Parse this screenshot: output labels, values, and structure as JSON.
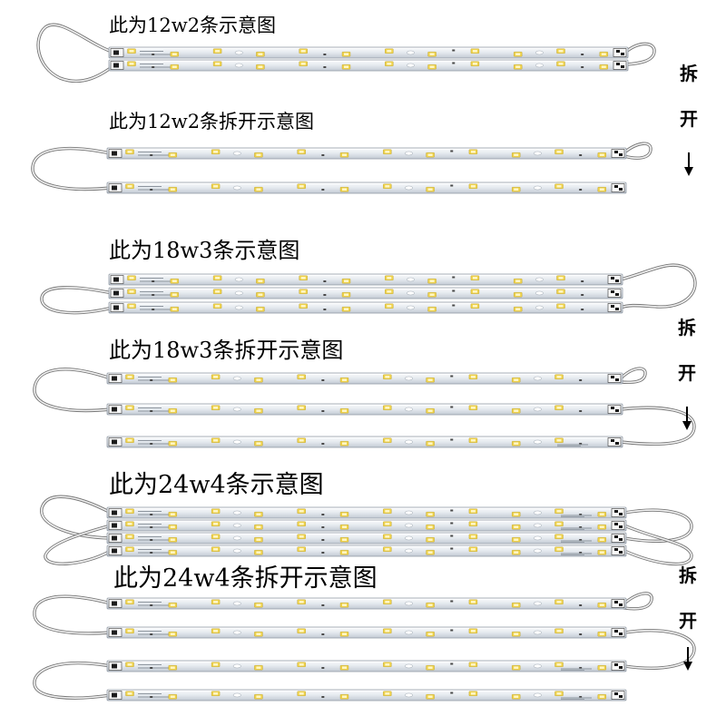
{
  "captions": [
    "此为12w2条示意图",
    "此为12w2条拆开示意图",
    "此为18w3条示意图",
    "此为18w3条拆开示意图",
    "此为24w4条示意图",
    "此为24w4条拆开示意图"
  ],
  "disassemble_hints": [
    {
      "label_top": "拆",
      "label_bottom": "开",
      "icon": "arrow-down-icon"
    },
    {
      "label_top": "拆",
      "label_bottom": "开",
      "icon": "arrow-down-icon"
    },
    {
      "label_top": "拆",
      "label_bottom": "开",
      "icon": "arrow-down-icon"
    }
  ],
  "colors": {
    "background": "#ffffff",
    "text": "#000000",
    "strip": "#e4e9ee",
    "strip_edge": "#8e97a2",
    "led_chip": "#efd24a",
    "cable": "#f3f3f3",
    "cable_edge": "#767676"
  }
}
